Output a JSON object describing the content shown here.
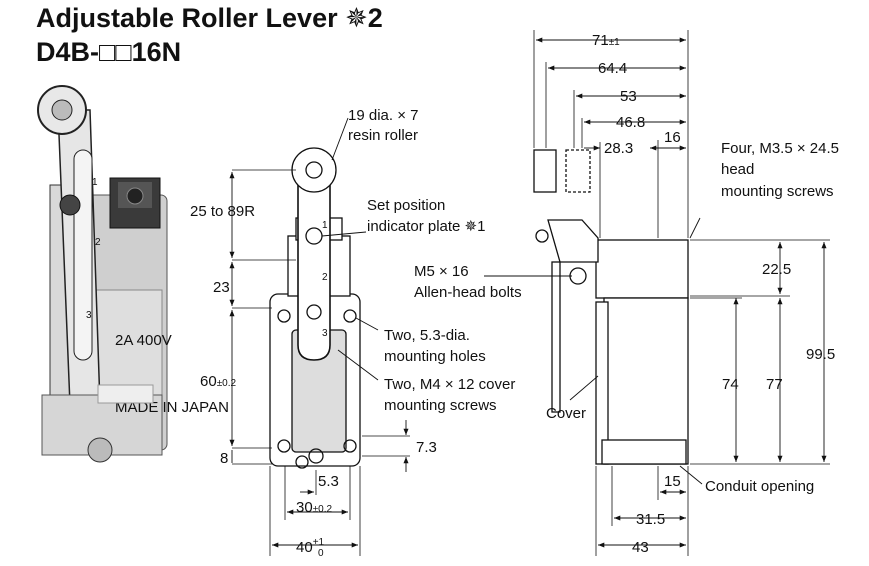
{
  "title": {
    "line1": "Adjustable Roller Lever ✵2",
    "line2": "D4B-□□16N"
  },
  "front_view": {
    "roller_note_1": "19 dia. × 7",
    "roller_note_2": "resin roller",
    "lever_range": "25 to 89R",
    "indicator_1": "Set position",
    "indicator_2": "indicator plate ✵1",
    "dim_23": "23",
    "dim_60": "60",
    "dim_60_tol": "±0.2",
    "dim_8": "8",
    "holes_1": "Two, 5.3-dia.",
    "holes_2": "mounting holes",
    "screws_1": "Two, M4 × 12 cover",
    "screws_2": "mounting screws",
    "dim_7_3": "7.3",
    "dim_5_3": "5.3",
    "dim_30": "30",
    "dim_30_tol": "±0.2",
    "dim_40": "40",
    "dim_40_tol_up": "+1",
    "dim_40_tol_dn": "0",
    "plate_1": "1",
    "plate_2": "2",
    "plate_3": "3"
  },
  "side_view": {
    "dim_71": "71",
    "dim_71_tol": "±1",
    "dim_64_4": "64.4",
    "dim_53": "53",
    "dim_46_8": "46.8",
    "dim_28_3": "28.3",
    "dim_16": "16",
    "head_screws_1": "Four, M3.5 × 24.5",
    "head_screws_2": "head",
    "head_screws_3": "mounting screws",
    "bolts_1": "M5 × 16",
    "bolts_2": "Allen-head bolts",
    "dim_22_5": "22.5",
    "dim_99_5": "99.5",
    "dim_74": "74",
    "dim_77": "77",
    "cover": "Cover",
    "dim_15": "15",
    "conduit": "Conduit opening",
    "dim_31_5": "31.5",
    "dim_43": "43"
  },
  "photo": {
    "lever_num_1": "1",
    "lever_num_2": "2",
    "lever_num_3": "3",
    "label_rating": "2A 400V",
    "made_in": "MADE IN JAPAN"
  }
}
